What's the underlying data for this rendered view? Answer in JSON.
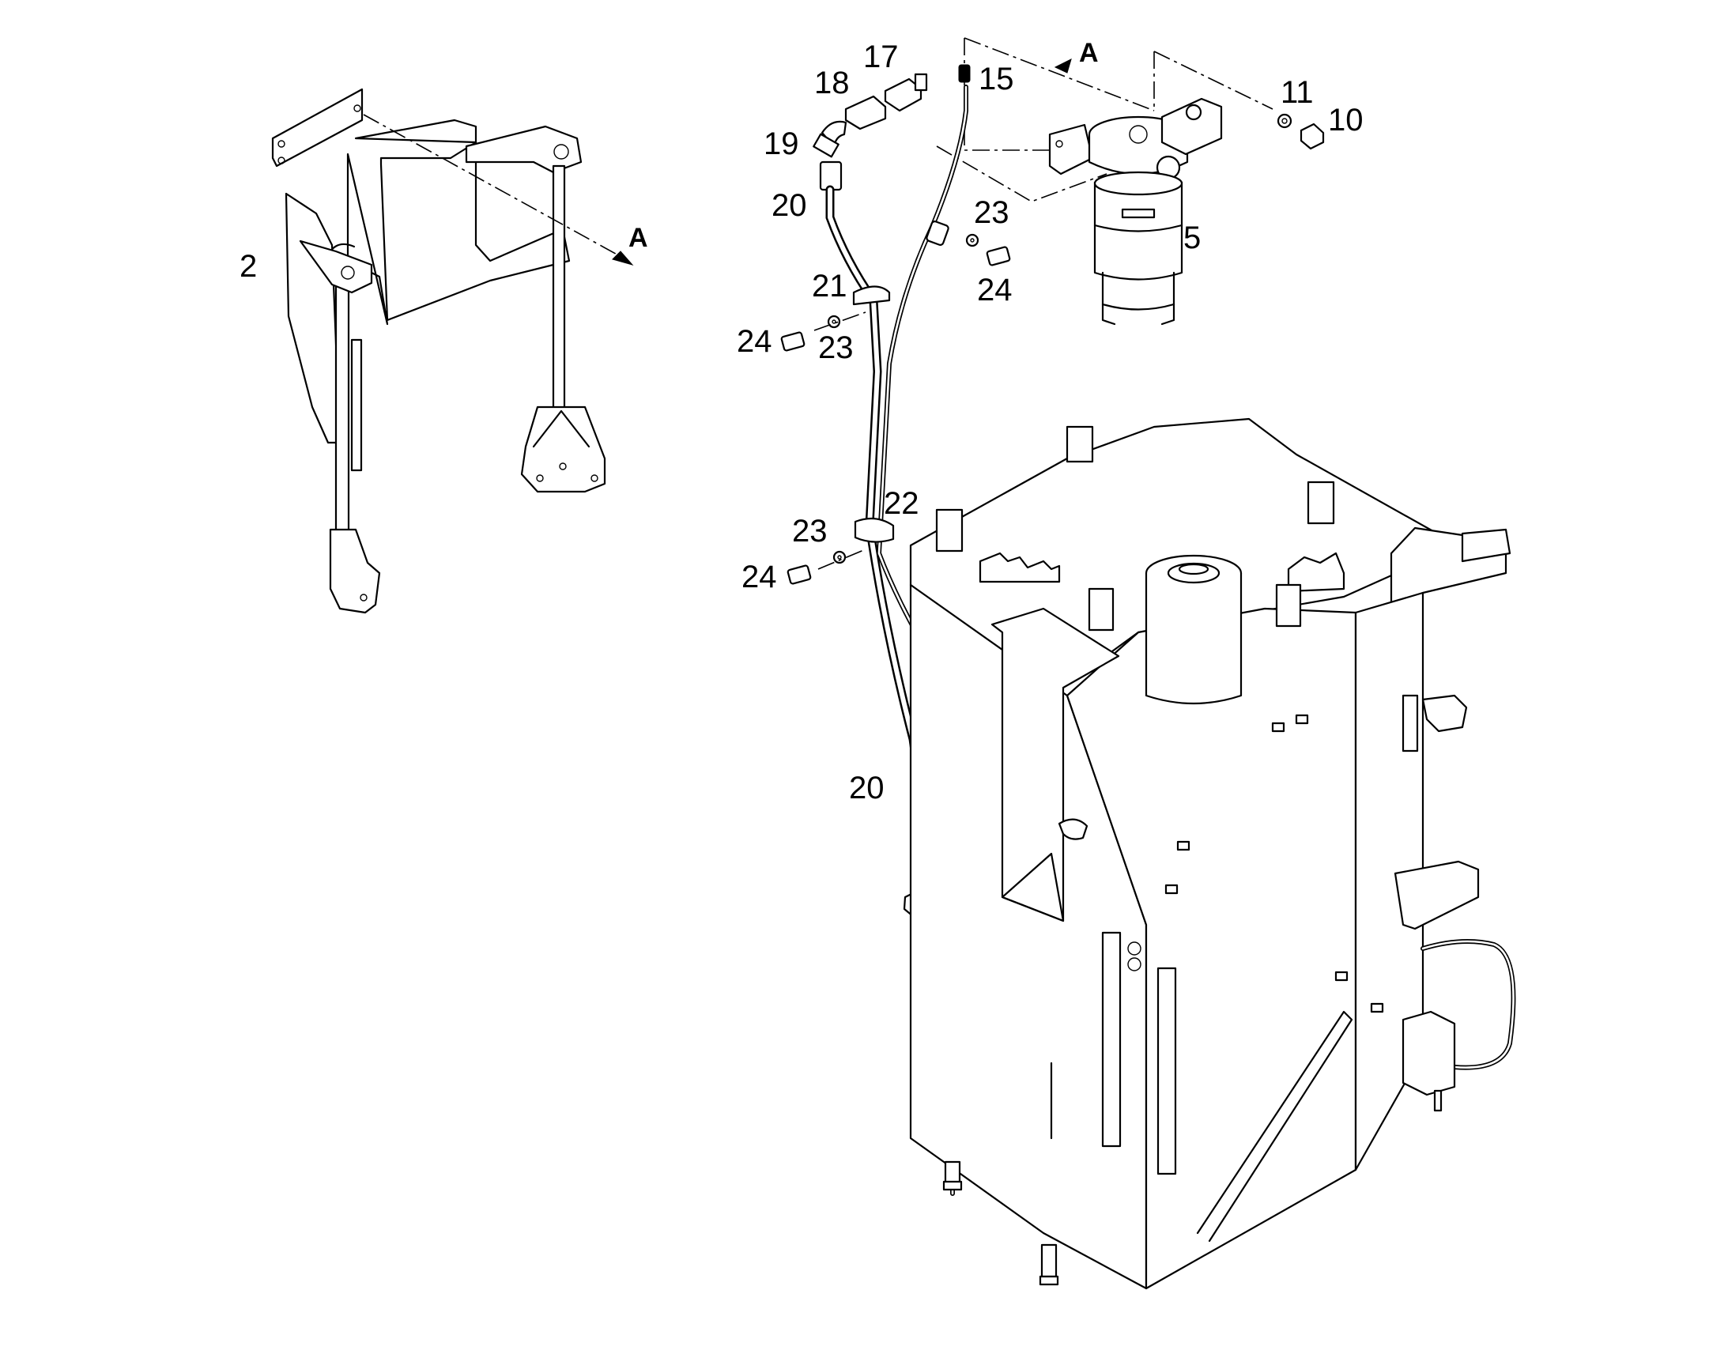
{
  "callouts": {
    "c2": "2",
    "c5": "5",
    "c10": "10",
    "c11": "11",
    "c15": "15",
    "c17": "17",
    "c18": "18",
    "c19": "19",
    "c20_top": "20",
    "c20_bottom": "20",
    "c21": "21",
    "c22": "22",
    "c23_top": "23",
    "c23_mid": "23",
    "c23_low": "23",
    "c24_top": "24",
    "c24_mid": "24",
    "c24_low": "24"
  },
  "view_markers": {
    "bracket_view": "A",
    "filter_view": "A"
  },
  "colors": {
    "line": "#000000",
    "background": "#ffffff"
  }
}
